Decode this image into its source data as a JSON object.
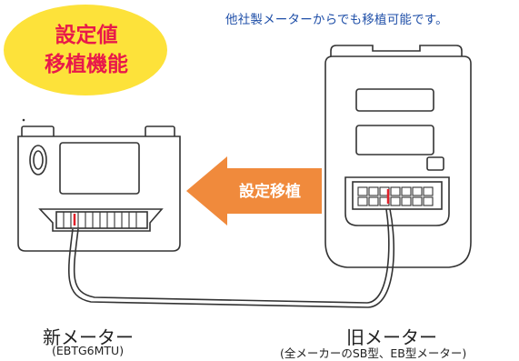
{
  "badge": {
    "line1": "設定値",
    "line2": "移植機能",
    "color": "#fde23a",
    "text_color": "#e8194a"
  },
  "top_note": "他社製メーターからでも移植可能です。",
  "arrow": {
    "label": "設定移植",
    "color": "#f08a3c"
  },
  "new_meter": {
    "title": "新メーター",
    "model": "(EBTG6MTU)"
  },
  "old_meter": {
    "title": "旧メーター",
    "model": "(全メーカーのSB型、EB型メーター)"
  },
  "colors": {
    "line": "#333333",
    "wire_highlight": "#e0202a"
  }
}
